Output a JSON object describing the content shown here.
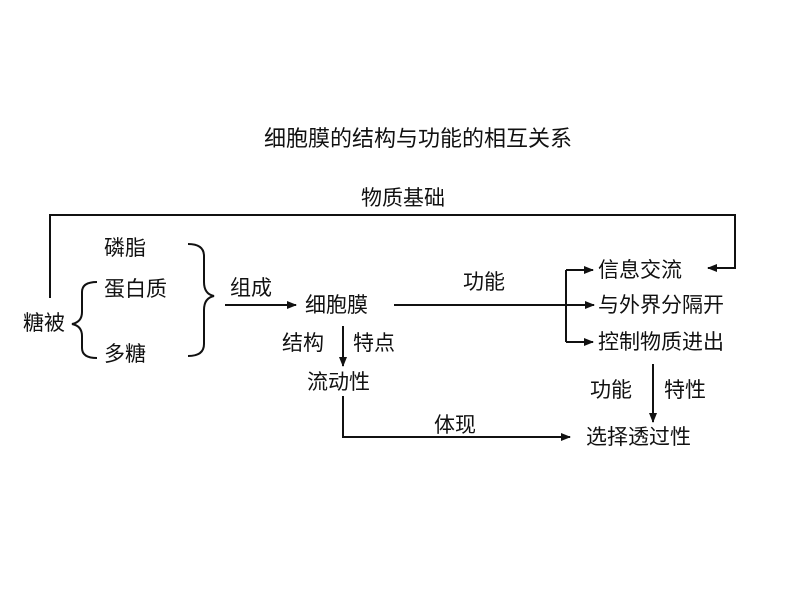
{
  "title": "细胞膜的结构与功能的相互关系",
  "labels": {
    "top_edge": "物质基础",
    "phospholipid": "磷脂",
    "protein": "蛋白质",
    "glycocalyx": "糖被",
    "polysaccharide": "多糖",
    "compose": "组成",
    "membrane": "细胞膜",
    "function_top": "功能",
    "structure": "结构",
    "feature": "特点",
    "fluidity": "流动性",
    "embody": "体现",
    "info_exchange": "信息交流",
    "separate": "与外界分隔开",
    "control": "控制物质进出",
    "function_right": "功能",
    "property": "特性",
    "selective": "选择透过性"
  }
}
